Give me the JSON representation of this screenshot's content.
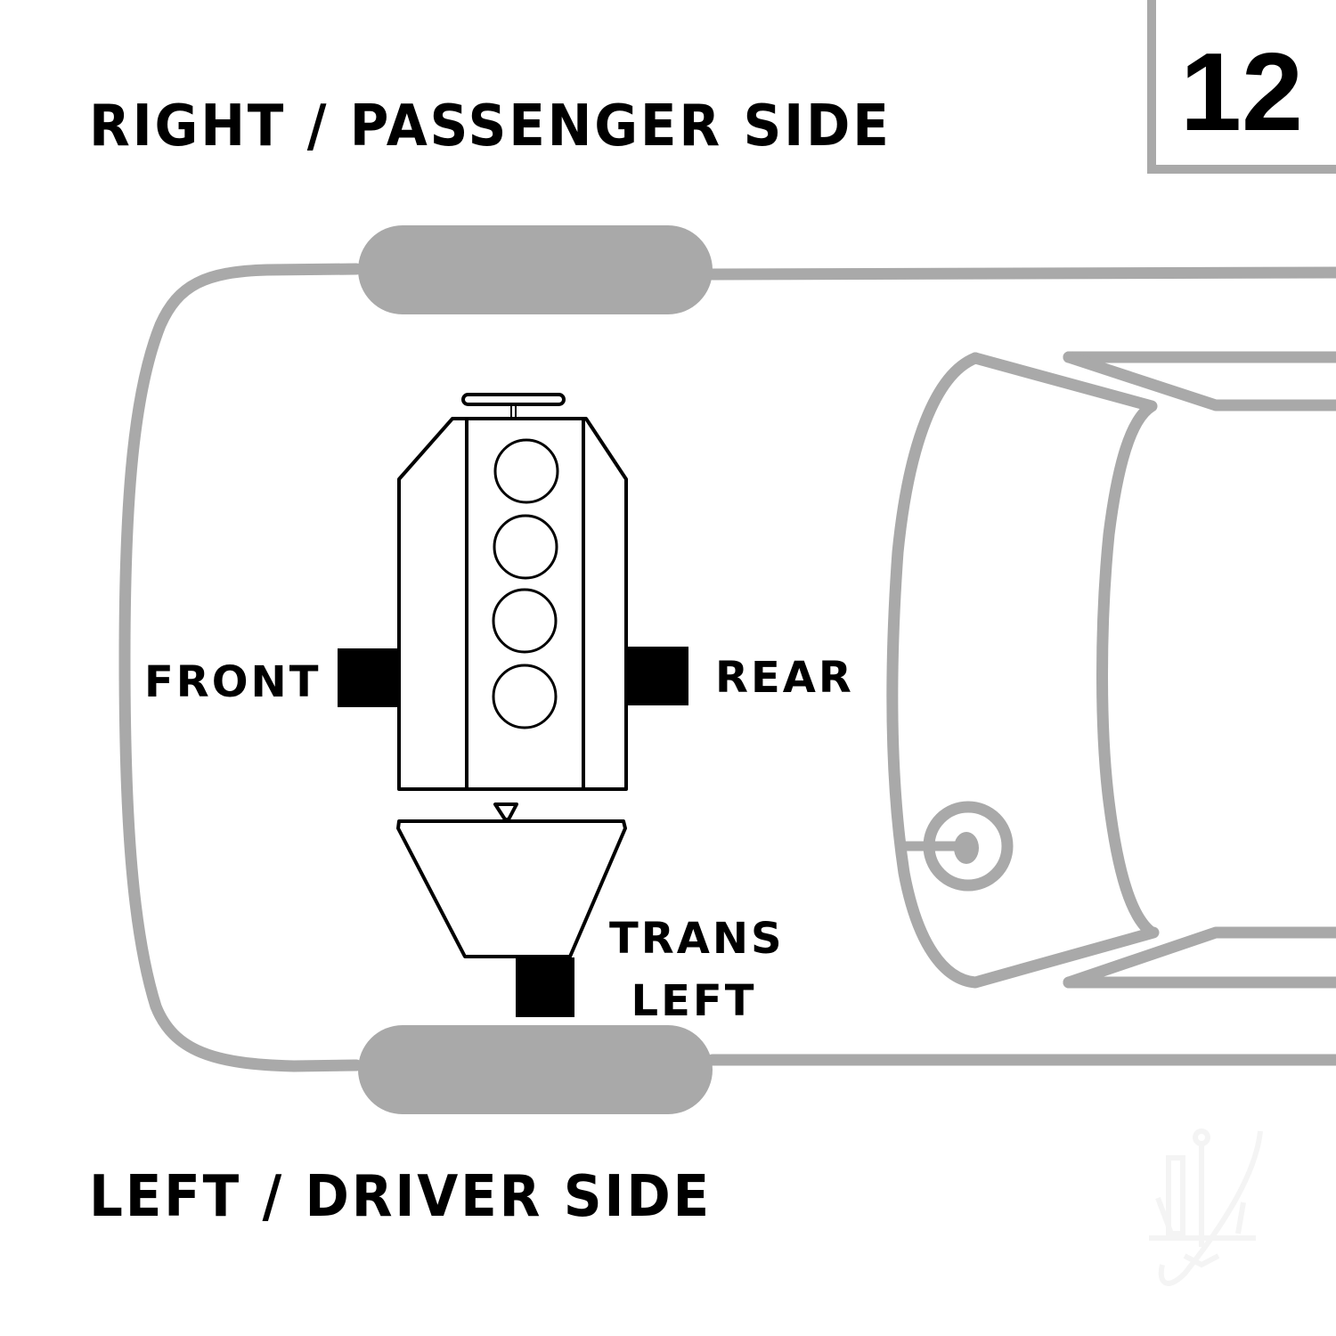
{
  "diagram": {
    "number": "12",
    "top_label": "RIGHT / PASSENGER SIDE",
    "bottom_label": "LEFT / DRIVER SIDE",
    "mounts": {
      "front": "FRONT",
      "rear": "REAR",
      "trans_line1": "TRANS",
      "trans_line2": "LEFT"
    },
    "colors": {
      "outline_gray": "#a9a9a9",
      "mount_black": "#000000",
      "engine_stroke": "#000000",
      "background": "#ffffff"
    },
    "engine": {
      "cylinders": 4
    },
    "icons": {
      "watermark": "anchor-logo-icon"
    }
  }
}
